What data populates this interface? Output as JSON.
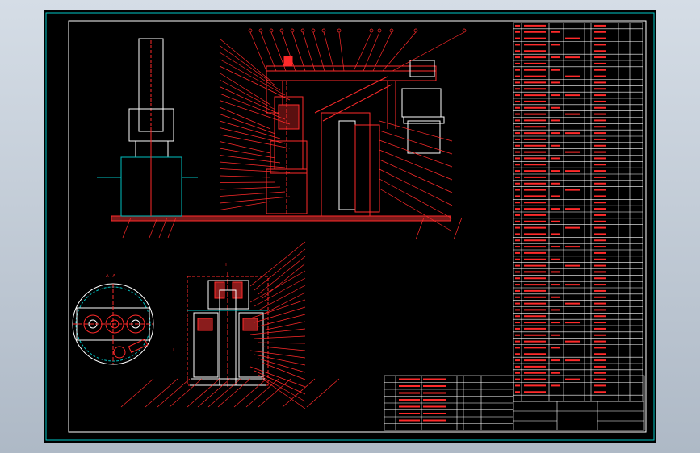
{
  "drawing": {
    "view_label_top": "A - A",
    "view_label_detail": "I",
    "section_label_mid": "B",
    "section_label_side": "I"
  },
  "colors": {
    "background": "#000000",
    "border": "#ffffff",
    "inner_border": "#00ffff",
    "geometry_red": "#ff2020",
    "geometry_white": "#ffffff",
    "geometry_cyan": "#00c0c0",
    "page_bg": "#c2cbd6"
  },
  "parts_list": {
    "row_count": 60
  },
  "title_block": {
    "row_count": 8
  }
}
